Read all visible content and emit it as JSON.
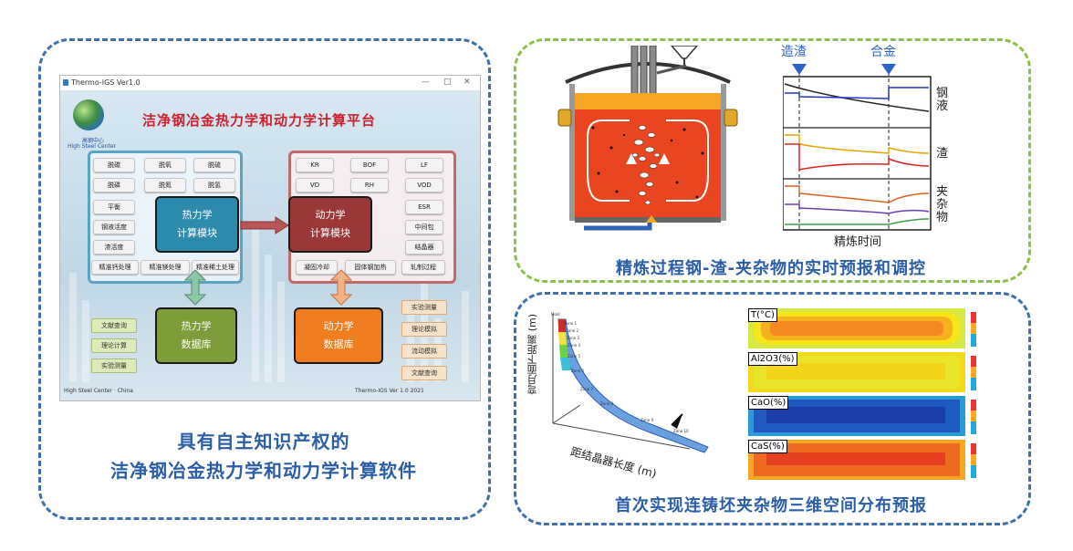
{
  "left_panel": {
    "window": {
      "title": "Thermo-IGS Ver1.0",
      "controls": {
        "minimize": "—",
        "maximize": "□",
        "close": "✕"
      },
      "logo_cn": "高钢中心",
      "logo_en": "High Steel Center",
      "app_title": "洁净钢冶金热力学和动力学计算平台",
      "thermo_module": {
        "title_line1": "热力学",
        "title_line2": "计算模块",
        "buttons": [
          "脱碳",
          "脱氧",
          "脱硫",
          "脱磷",
          "脱氮",
          "脱氢",
          "平衡",
          "钢液活度",
          "渣活度",
          "精准钙处理",
          "精准镁处理",
          "精准稀土处理"
        ]
      },
      "kinetic_module": {
        "title_line1": "动力学",
        "title_line2": "计算模块",
        "buttons": [
          "KR",
          "BOF",
          "LF",
          "VD",
          "RH",
          "VOD",
          "ESR",
          "中间包",
          "结晶器",
          "凝固冷却",
          "固体钢加热",
          "轧制过程"
        ]
      },
      "thermo_db": {
        "line1": "热力学",
        "line2": "数据库",
        "side": [
          "文献查询",
          "理论计算",
          "实验测量"
        ]
      },
      "kinetic_db": {
        "line1": "动力学",
        "line2": "数据库",
        "side": [
          "实验测量",
          "理论模拟",
          "流动模拟",
          "文献查询"
        ]
      },
      "footer_left": "High Steel Center · China",
      "footer_right": "Thermo-IGS Ver 1.0 2021"
    },
    "caption_line1": "具有自主知识产权的",
    "caption_line2": "洁净钢冶金热力学和动力学计算软件"
  },
  "top_right_panel": {
    "markers": [
      "造渣",
      "合金"
    ],
    "row_labels": [
      "钢液",
      "渣",
      "夹杂物"
    ],
    "x_label": "精炼时间",
    "caption": "精炼过程钢-渣-夹杂物的实时预报和调控"
  },
  "bottom_right_panel": {
    "axis_y": "弯月面下距离 (m)",
    "axis_x": "距结晶器长度 (m)",
    "zones": [
      "Mold",
      "Zone 1",
      "Zone 2",
      "Zone 3",
      "Zone 4",
      "Zone 5",
      "Zone 6",
      "Zone 7",
      "Zone 8",
      "Zone 9",
      "Zone 10"
    ],
    "maps": [
      "T(°C)",
      "Al2O3(%)",
      "CaO(%)",
      "CaS(%)"
    ],
    "caption": "首次实现连铸坯夹杂物三维空间分布预报"
  },
  "colors": {
    "blue_dash": "#3d6fae",
    "green_dash": "#8dbf4d",
    "caption_blue": "#2a5ea6",
    "title_red": "#cc1f2a"
  }
}
